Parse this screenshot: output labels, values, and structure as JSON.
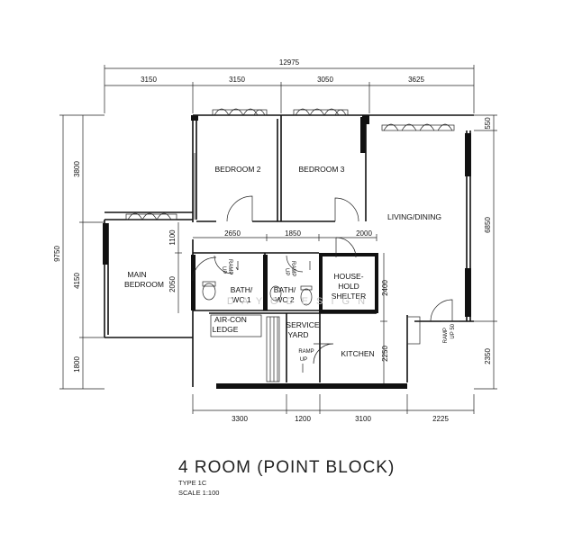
{
  "plan": {
    "overall_width": "12975",
    "top_dims": [
      "3150",
      "3150",
      "3050",
      "3625"
    ],
    "right_dims": [
      "550",
      "6850",
      "2350"
    ],
    "left_total": "9750",
    "left_dims": [
      "3800",
      "4150",
      "1800"
    ],
    "inner_dims": {
      "d2650": "2650",
      "d1850": "1850",
      "d2000": "2000",
      "d1100": "1100",
      "d2050": "2050",
      "d2400": "2400",
      "d2250": "2250"
    },
    "bottom_dims": [
      "3300",
      "1200",
      "3100",
      "2225"
    ],
    "rooms": {
      "bedroom2": "BEDROOM 2",
      "bedroom3": "BEDROOM 3",
      "living": "LIVING/DINING",
      "main_bedroom": [
        "MAIN",
        "BEDROOM"
      ],
      "bath1": [
        "BATH/",
        "WC 1"
      ],
      "bath2": [
        "BATH/",
        "WC 2"
      ],
      "shelter": [
        "HOUSE-",
        "HOLD",
        "SHELTER"
      ],
      "aircon": [
        "AIR-CON",
        "LEDGE"
      ],
      "service": [
        "SERVICE",
        "YARD"
      ],
      "kitchen": "KITCHEN"
    },
    "ramps": {
      "ramp_up": [
        "RAMP",
        "UP"
      ],
      "ramp_up_50": [
        "RAMP",
        "UP 50"
      ]
    },
    "watermark": "D A Y O D E S I G N"
  },
  "title_block": {
    "title": "4 ROOM (POINT BLOCK)",
    "type": "TYPE 1C",
    "scale": "SCALE   1:100"
  }
}
